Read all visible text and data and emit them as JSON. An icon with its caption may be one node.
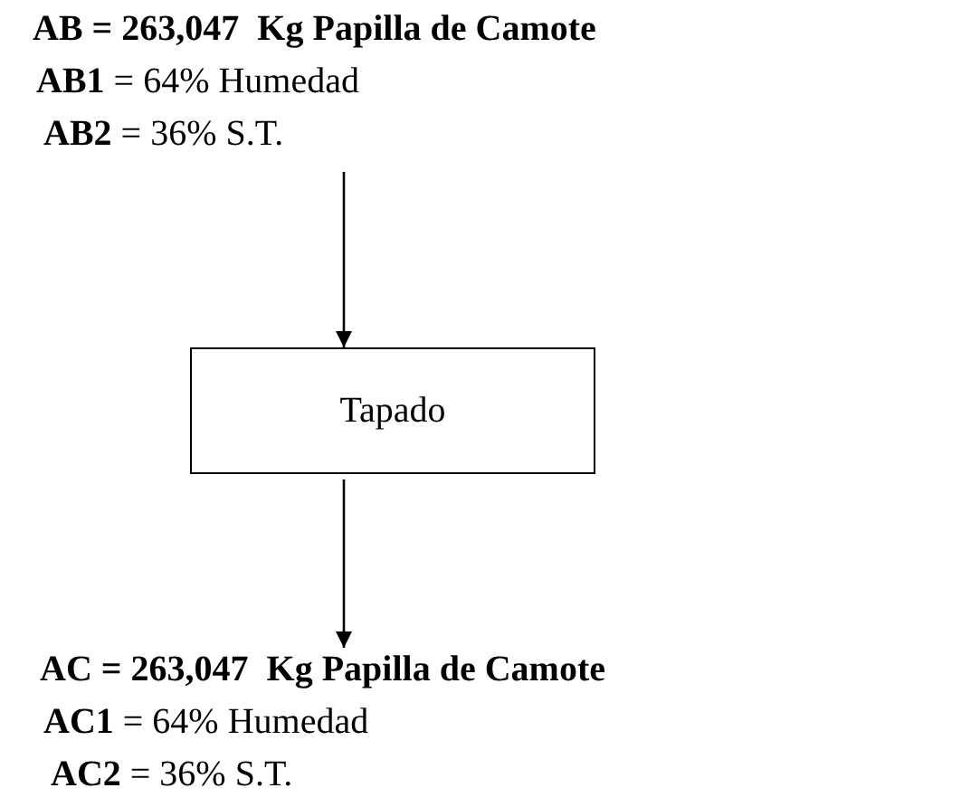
{
  "diagram": {
    "nodes": [
      {
        "text": [
          "AB = 263,047  Kg Papilla de Camote",
          "**AB1** = 64% Humedad",
          "**AB2** = 36% S.T."
        ]
      },
      {
        "text": [
          "Tapado"
        ]
      },
      {
        "text": [
          "AC = 263,047  Kg Papilla de Camote",
          "**AC1** = 64% Humedad",
          "**AC2** = 36% S.T."
        ]
      }
    ],
    "edges": [
      {
        "from": 0,
        "to": 1,
        "arrow": "to"
      },
      {
        "from": 1,
        "to": 2,
        "arrow": "to"
      }
    ]
  }
}
